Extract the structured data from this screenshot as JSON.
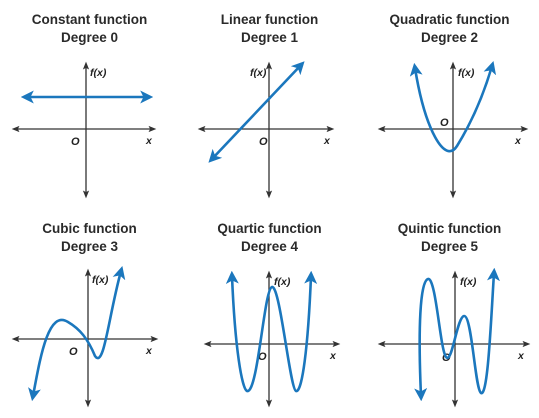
{
  "colors": {
    "curve": "#1b77bd",
    "axis": "#333333"
  },
  "axis_labels": {
    "y": "f(x)",
    "x": "x",
    "origin": "O"
  },
  "panels": [
    {
      "name": "constant",
      "title": "Constant function",
      "degree": "Degree 0"
    },
    {
      "name": "linear",
      "title": "Linear function",
      "degree": "Degree 1"
    },
    {
      "name": "quadratic",
      "title": "Quadratic function",
      "degree": "Degree 2"
    },
    {
      "name": "cubic",
      "title": "Cubic function",
      "degree": "Degree 3"
    },
    {
      "name": "quartic",
      "title": "Quartic function",
      "degree": "Degree 4"
    },
    {
      "name": "quintic",
      "title": "Quintic function",
      "degree": "Degree 5"
    }
  ]
}
